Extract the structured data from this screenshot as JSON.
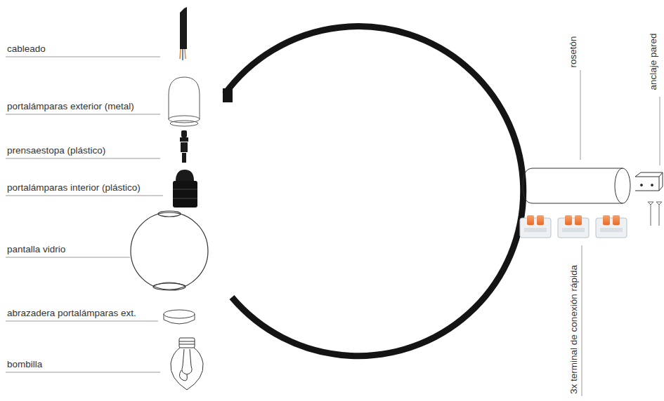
{
  "diagram": {
    "labels": [
      "cableado",
      "portalámparas exterior (metal)",
      "prensaestopa (plástico)",
      "portalámparas interior (plástico)",
      "pantalla vidrio",
      "abrazadera portalámparas ext.",
      "bombilla",
      "rosetón",
      "anclaje pared",
      "3x terminal de conexión rápida"
    ]
  }
}
